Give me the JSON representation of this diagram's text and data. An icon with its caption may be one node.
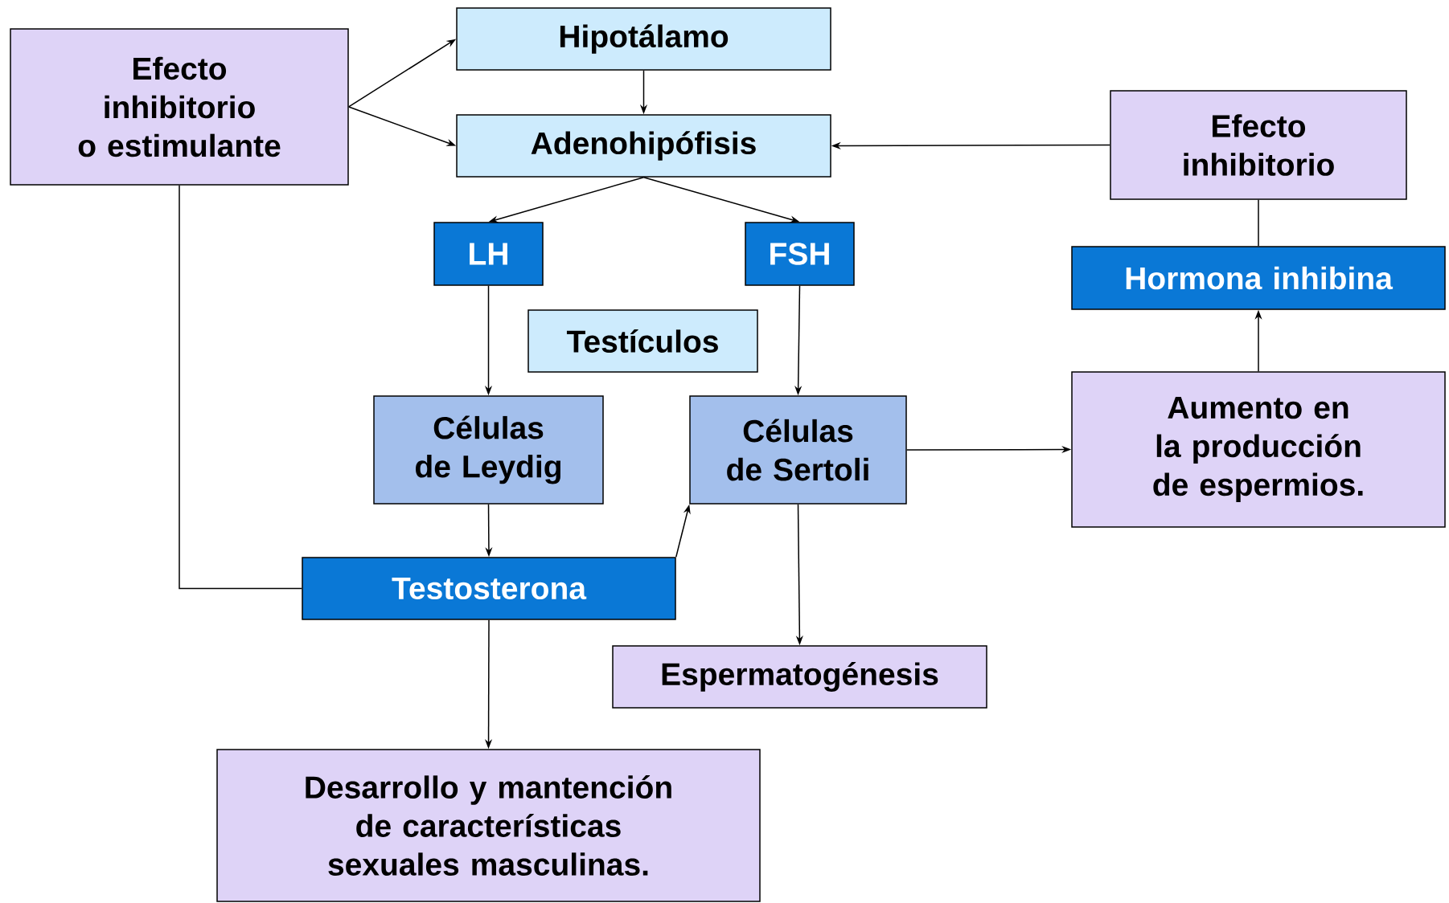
{
  "diagram": {
    "nodes": [
      {
        "text": [
          "Efecto inhibitorio o estimulante"
        ]
      },
      {
        "text": [
          "Hipotálamo"
        ]
      },
      {
        "text": [
          "Adenohipófisis"
        ]
      },
      {
        "text": [
          "Efecto inhibitorio"
        ]
      },
      {
        "text": [
          "LH"
        ]
      },
      {
        "text": [
          "FSH"
        ]
      },
      {
        "text": [
          "Hormona inhibina"
        ]
      },
      {
        "text": [
          "Testículos"
        ]
      },
      {
        "text": [
          "Células de Leydig"
        ]
      },
      {
        "text": [
          "Células de Sertoli"
        ]
      },
      {
        "text": [
          "Aumento en la producción de espermios."
        ]
      },
      {
        "text": [
          "Testosterona"
        ]
      },
      {
        "text": [
          "Espermatogénesis"
        ]
      },
      {
        "text": [
          "Desarrollo y mantención de características sexuales masculinas."
        ]
      }
    ],
    "edges": [
      {
        "from": 0,
        "to": 1,
        "arrow": "to"
      },
      {
        "from": 0,
        "to": 2,
        "arrow": "to"
      },
      {
        "from": 1,
        "to": 2,
        "arrow": "to"
      },
      {
        "from": 3,
        "to": 2,
        "arrow": "to"
      },
      {
        "from": 2,
        "to": 4,
        "arrow": "to"
      },
      {
        "from": 2,
        "to": 5,
        "arrow": "to"
      },
      {
        "from": 4,
        "to": 8,
        "arrow": "to"
      },
      {
        "from": 5,
        "to": 9,
        "arrow": "to"
      },
      {
        "from": 8,
        "to": 11,
        "arrow": "to"
      },
      {
        "from": 11,
        "to": 9,
        "arrow": "to"
      },
      {
        "from": 9,
        "to": 10,
        "arrow": "to"
      },
      {
        "from": 9,
        "to": 12,
        "arrow": "to"
      },
      {
        "from": 10,
        "to": 6,
        "arrow": "to"
      },
      {
        "from": 6,
        "to": 3,
        "arrow": "none"
      },
      {
        "from": 11,
        "to": 0,
        "arrow": "none"
      },
      {
        "from": 11,
        "to": 13,
        "arrow": "to"
      }
    ]
  }
}
